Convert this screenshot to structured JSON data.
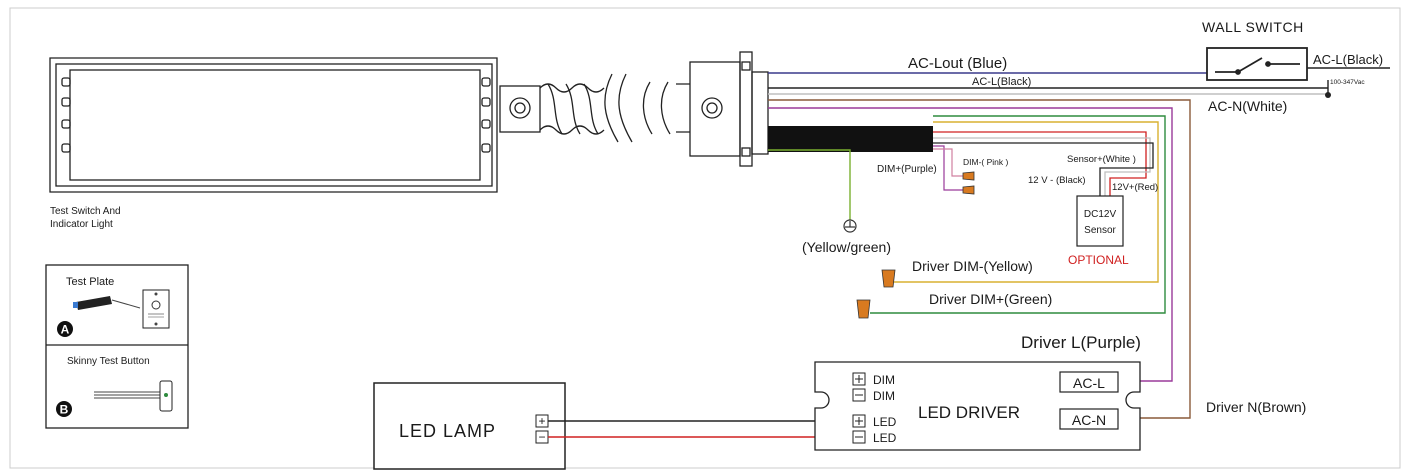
{
  "labels": {
    "wall_switch": "WALL SWITCH",
    "ac_l_black_switch": "AC-L(Black)",
    "voltage": "100-347Vac",
    "ac_lout_blue": "AC-Lout (Blue)",
    "ac_l_black": "AC-L(Black)",
    "ac_n_white": "AC-N(White)",
    "test_switch": "Test Switch And",
    "indicator_light": "Indicator Light",
    "dim_plus_purple": "DIM+(Purple)",
    "dim_minus_pink": "DIM-( Pink )",
    "sensor_plus_white": "Sensor+(White )",
    "v12_minus_black": "12 V - (Black)",
    "v12_plus_red": "12V+(Red)",
    "sensor_line1": "DC12V",
    "sensor_line2": "Sensor",
    "optional": "OPTIONAL",
    "yellow_green": "(Yellow/green)",
    "driver_dim_minus": "Driver DIM-(Yellow)",
    "driver_dim_plus": "Driver DIM+(Green)",
    "driver_l": "Driver L(Purple)",
    "driver_n": "Driver N(Brown)",
    "test_plate": "Test Plate",
    "skinny_test_button": "Skinny Test Button",
    "marker_a": "A",
    "marker_b": "B",
    "led_lamp": "LED LAMP",
    "lamp_plus": "+",
    "lamp_minus": "−",
    "led_driver": "LED DRIVER",
    "dim_plus": "DIM",
    "dim_minus": "DIM",
    "led_plus": "LED",
    "led_minus": "LED",
    "ac_l_term": "AC-L",
    "ac_n_term": "AC-N"
  },
  "colors": {
    "blue_wire": "#3a3a8c",
    "black_wire": "#222222",
    "white_wire": "#bfbfbf",
    "brown_wire": "#8a5a3a",
    "purple_wire": "#9a3a9a",
    "yellow_wire": "#d8b030",
    "green_wire": "#2e8b3e",
    "red_wire": "#d02020",
    "pink_wire": "#d080a0",
    "optional_red": "#d02020",
    "wire_nut": "#d87a20"
  }
}
